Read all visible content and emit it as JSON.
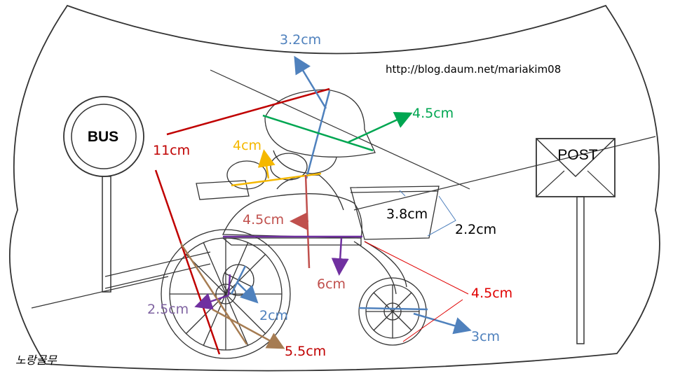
{
  "signs": {
    "bus": "BUS",
    "post": "POST"
  },
  "watermark": "http://blog.daum.net/mariakim08",
  "signature": "노랑골무",
  "measurements": [
    {
      "id": "helmet-top",
      "text": "3.2cm",
      "color": "#4f81bd"
    },
    {
      "id": "helmet-width",
      "text": "4.5cm",
      "color": "#00a651"
    },
    {
      "id": "overall-height",
      "text": "11cm",
      "color": "#c00000"
    },
    {
      "id": "hands",
      "text": "4cm",
      "color": "#f5b800"
    },
    {
      "id": "body-upper",
      "text": "4.5cm",
      "color": "#c0504d"
    },
    {
      "id": "basket-width",
      "text": "3.8cm",
      "color": "#000000"
    },
    {
      "id": "basket-height",
      "text": "2.2cm",
      "color": "#000000"
    },
    {
      "id": "body-height",
      "text": "6cm",
      "color": "#c0504d"
    },
    {
      "id": "rear-fork",
      "text": "4.5cm",
      "color": "#e00000"
    },
    {
      "id": "pedal-left",
      "text": "2.5cm",
      "color": "#8064a2"
    },
    {
      "id": "pedal-right",
      "text": "2cm",
      "color": "#4f81bd"
    },
    {
      "id": "small-wheel",
      "text": "3cm",
      "color": "#4f81bd"
    },
    {
      "id": "big-wheel",
      "text": "5.5cm",
      "color": "#a67c52"
    }
  ]
}
